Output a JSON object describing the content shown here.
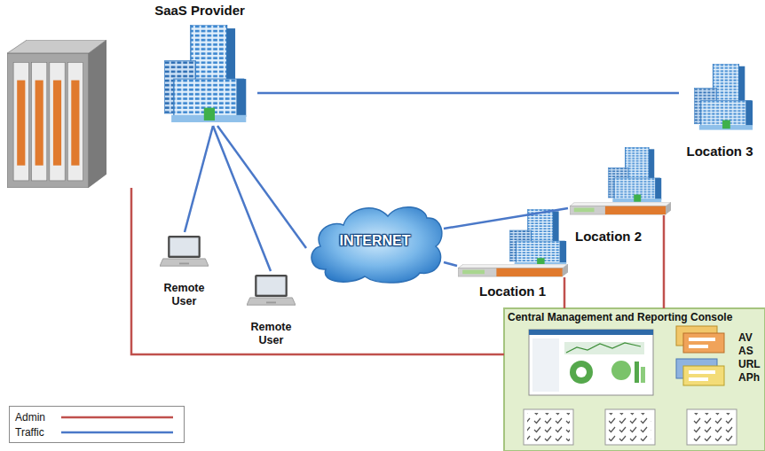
{
  "diagram": {
    "nodes": [
      {
        "text": [
          "SaaS Provider"
        ]
      },
      {
        "text": [
          "Location 3"
        ]
      },
      {
        "text": [
          "Remote User"
        ]
      },
      {
        "text": [
          "Remote User"
        ]
      },
      {
        "text": [
          "INTERNET"
        ]
      },
      {
        "text": [
          "Location 2"
        ]
      },
      {
        "text": [
          "Location 1"
        ]
      },
      {
        "text": [
          "Central Management and Reporting Console"
        ]
      }
    ],
    "edges": [
      {
        "from": 0,
        "to": 1,
        "arrow": "none"
      },
      {
        "from": 0,
        "to": 2,
        "arrow": "none"
      },
      {
        "from": 0,
        "to": 3,
        "arrow": "none"
      },
      {
        "from": 0,
        "to": 4,
        "arrow": "none"
      },
      {
        "from": 4,
        "to": 5,
        "arrow": "none"
      },
      {
        "from": 4,
        "to": 6,
        "arrow": "none"
      },
      {
        "from": 6,
        "to": 7,
        "arrow": "none"
      },
      {
        "from": 5,
        "to": 7,
        "arrow": "none"
      }
    ],
    "labels": [
      "AV",
      "AS",
      "URL",
      "APh"
    ],
    "legend": [
      {
        "text": "Admin"
      },
      {
        "text": "Traffic"
      }
    ]
  }
}
